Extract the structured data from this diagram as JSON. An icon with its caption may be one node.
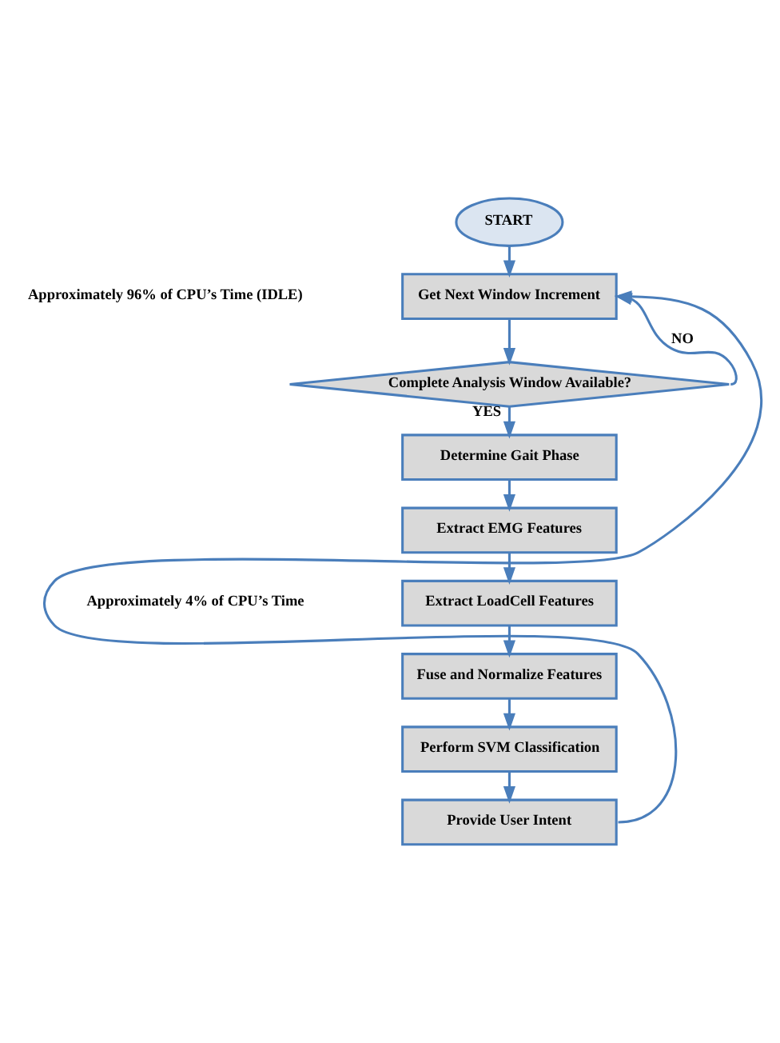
{
  "diagram": {
    "nodes": [
      {
        "text": [
          "START"
        ]
      },
      {
        "text": [
          "Get Next Window Increment"
        ]
      },
      {
        "text": [
          "Complete Analysis Window Available?"
        ]
      },
      {
        "text": [
          "Determine Gait Phase"
        ]
      },
      {
        "text": [
          "Extract EMG Features"
        ]
      },
      {
        "text": [
          "Extract LoadCell Features"
        ]
      },
      {
        "text": [
          "Fuse and Normalize Features"
        ]
      },
      {
        "text": [
          "Perform SVM Classification"
        ]
      },
      {
        "text": [
          "Provide User Intent"
        ]
      }
    ],
    "edges": [
      {
        "from": 0,
        "to": 1,
        "arrow": "to"
      },
      {
        "from": 1,
        "to": 2,
        "arrow": "to"
      },
      {
        "from": 2,
        "to": 3,
        "arrow": "to",
        "label": "YES"
      },
      {
        "from": 2,
        "to": 1,
        "arrow": "to",
        "label": "NO"
      },
      {
        "from": 3,
        "to": 4,
        "arrow": "to"
      },
      {
        "from": 4,
        "to": 5,
        "arrow": "to"
      },
      {
        "from": 5,
        "to": 6,
        "arrow": "to"
      },
      {
        "from": 6,
        "to": 7,
        "arrow": "to"
      },
      {
        "from": 7,
        "to": 8,
        "arrow": "to"
      },
      {
        "from": 8,
        "to": 1,
        "arrow": "to"
      }
    ],
    "labels": [
      "Approximately 96% of CPU’s Time (IDLE)",
      "Approximately 4% of CPU’s Time"
    ]
  }
}
